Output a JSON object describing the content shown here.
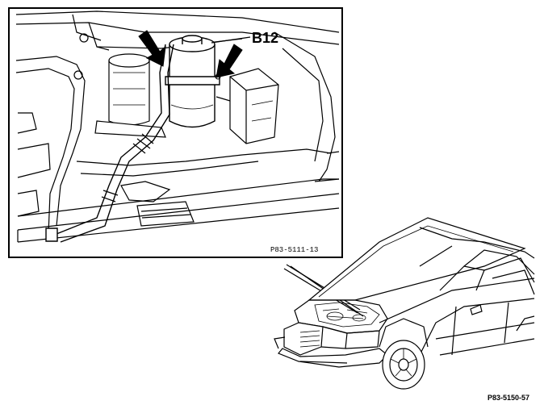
{
  "detail_view": {
    "component_label": "B12",
    "figure_code": "P83-5111-13"
  },
  "overview_view": {
    "figure_code": "P83-5150-57"
  }
}
